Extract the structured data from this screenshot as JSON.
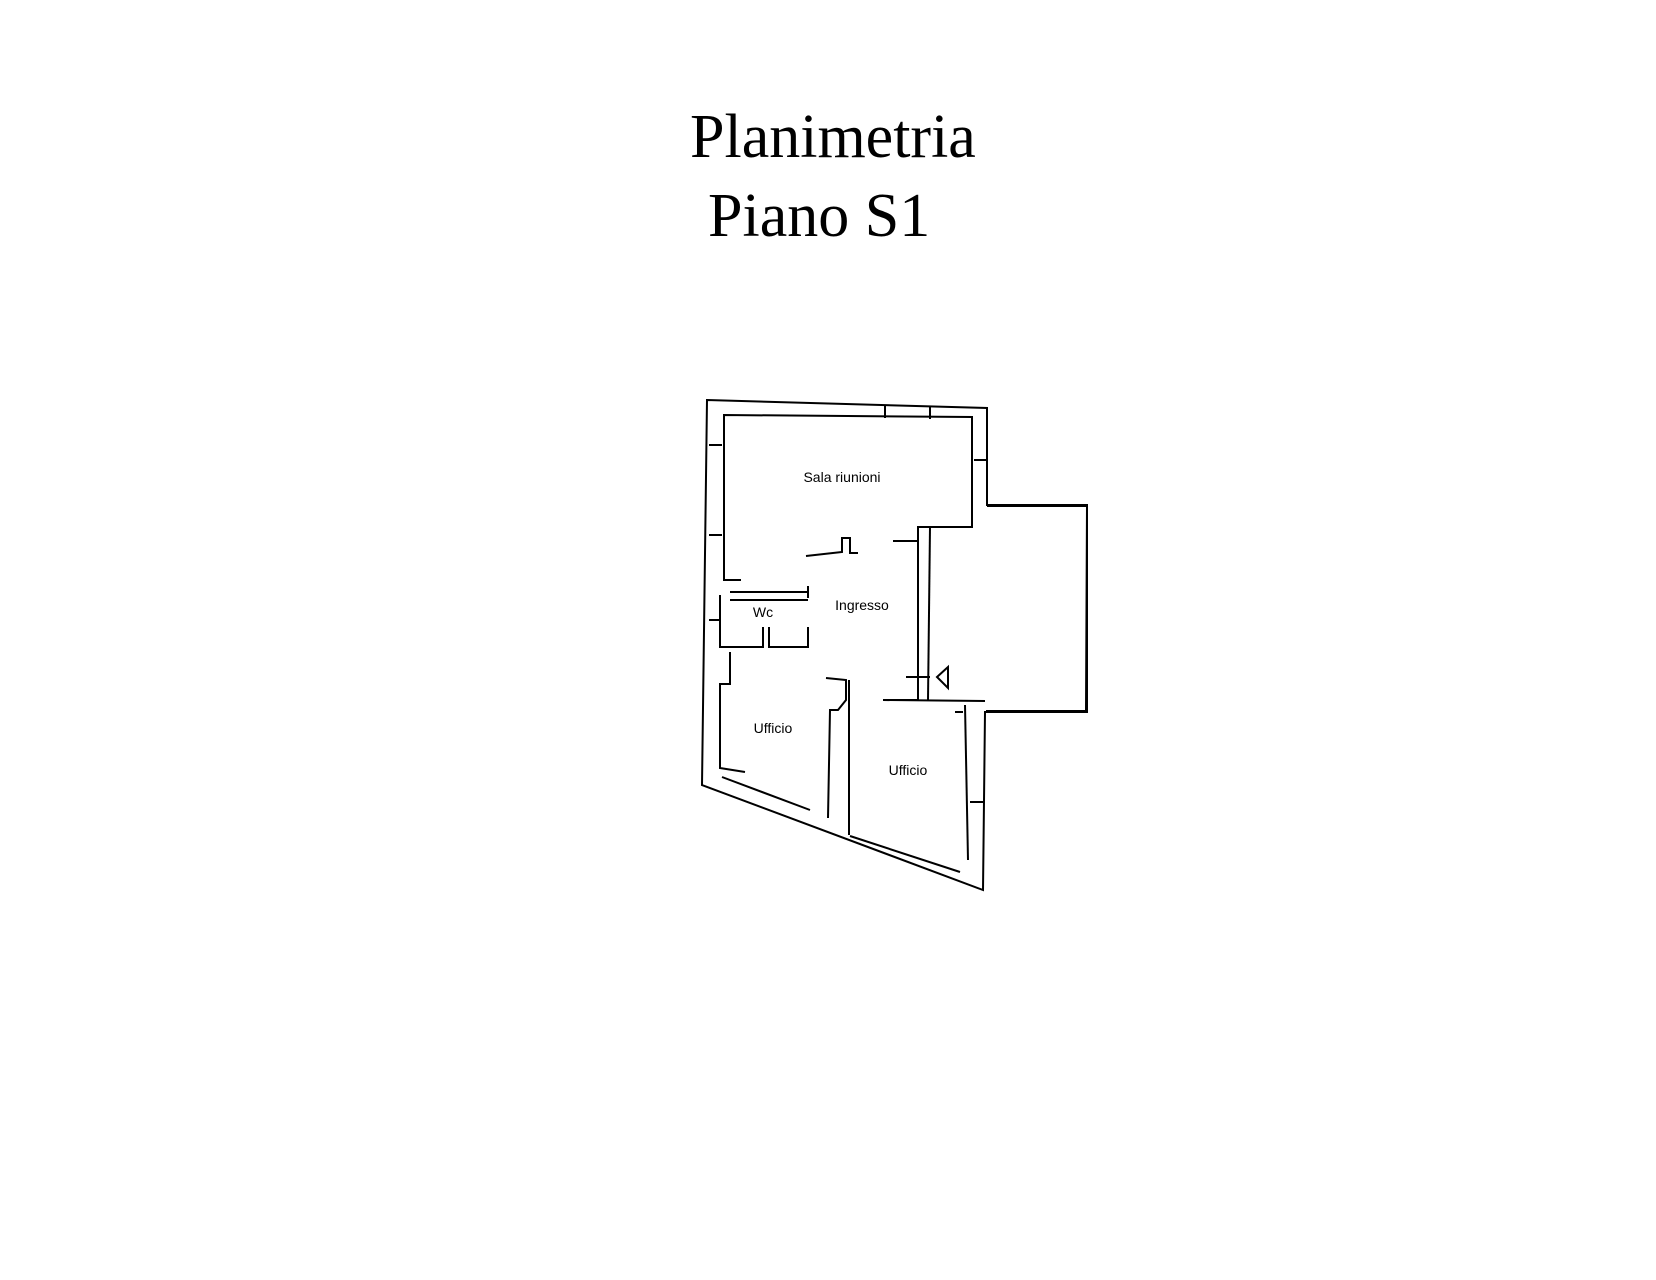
{
  "title": "Planimetria",
  "subtitle": "Piano S1",
  "rooms": {
    "sala_riunioni": "Sala riunioni",
    "ingresso": "Ingresso",
    "wc": "Wc",
    "ufficio_1": "Ufficio",
    "ufficio_2": "Ufficio"
  }
}
